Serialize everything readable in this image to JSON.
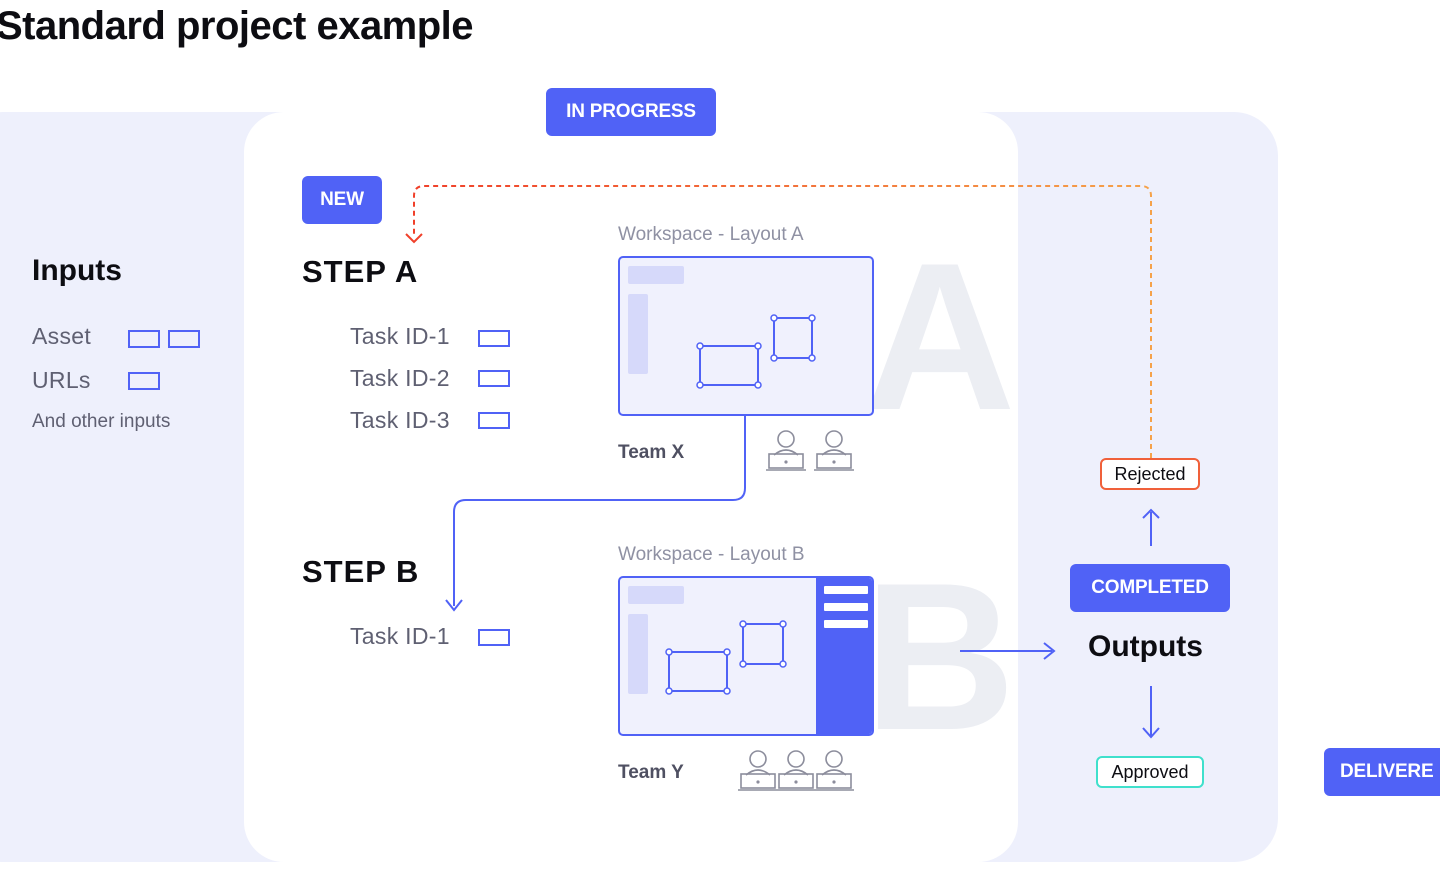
{
  "title": "Standard project example",
  "statuses": {
    "in_progress": "IN PROGRESS",
    "new": "NEW",
    "completed": "COMPLETED",
    "delivered": "DELIVERE"
  },
  "inputs": {
    "heading": "Inputs",
    "items": [
      "Asset",
      "URLs"
    ],
    "other": "And other inputs"
  },
  "step_a": {
    "heading": "STEP A",
    "tasks": [
      "Task ID-1",
      "Task ID-2",
      "Task ID-3"
    ],
    "workspace_label": "Workspace - Layout A",
    "watermark": "A",
    "team": "Team X"
  },
  "step_b": {
    "heading": "STEP B",
    "tasks": [
      "Task ID-1"
    ],
    "workspace_label": "Workspace - Layout B",
    "watermark": "B",
    "team": "Team Y"
  },
  "outputs": {
    "heading": "Outputs",
    "rejected": "Rejected",
    "approved": "Approved"
  },
  "colors": {
    "accent": "#5062f6",
    "panel": "#eef0fc",
    "rejected_border": "#f0603a",
    "approved_border": "#3fe0cc",
    "loop_line": "#f0603a"
  }
}
